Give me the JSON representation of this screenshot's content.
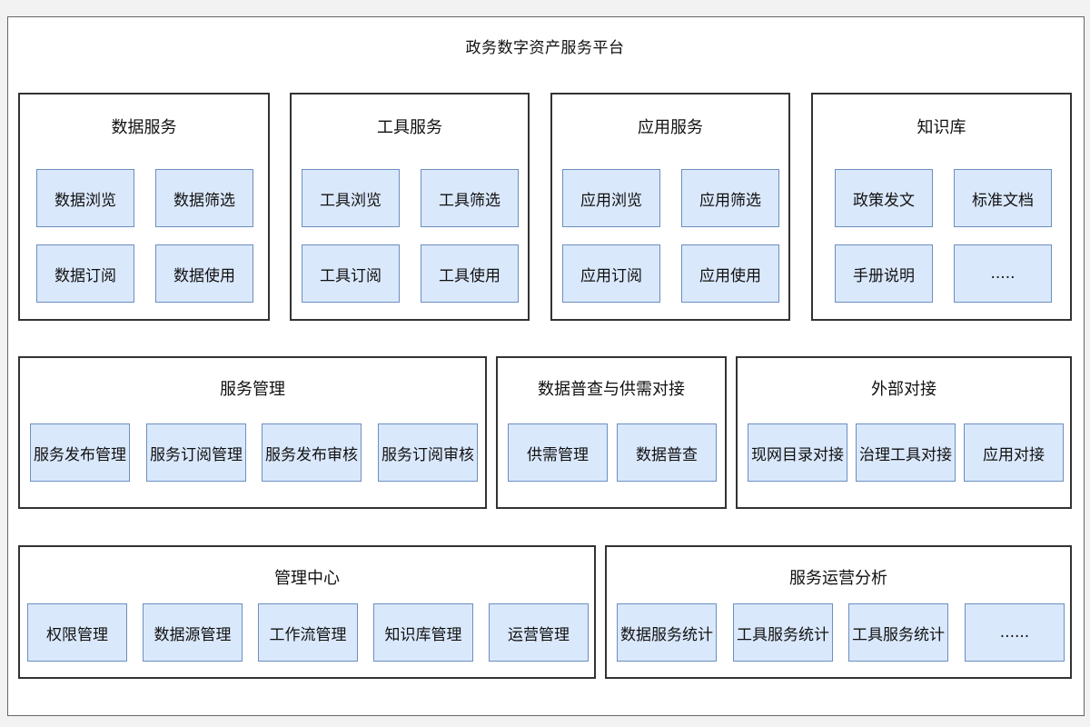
{
  "platform_title": "政务数字资产服务平台",
  "colors": {
    "tile_fill": "#dae8fc",
    "tile_border": "#6c8ebf",
    "group_border": "#333333"
  },
  "groups": [
    {
      "name": "数据服务",
      "items": [
        "数据浏览",
        "数据筛选",
        "数据订阅",
        "数据使用"
      ]
    },
    {
      "name": "工具服务",
      "items": [
        "工具浏览",
        "工具筛选",
        "工具订阅",
        "工具使用"
      ]
    },
    {
      "name": "应用服务",
      "items": [
        "应用浏览",
        "应用筛选",
        "应用订阅",
        "应用使用"
      ]
    },
    {
      "name": "知识库",
      "items": [
        "政策发文",
        "标准文档",
        "手册说明",
        "....."
      ]
    },
    {
      "name": "服务管理",
      "items": [
        "服务发布管理",
        "服务订阅管理",
        "服务发布审核",
        "服务订阅审核"
      ]
    },
    {
      "name": "数据普查与供需对接",
      "items": [
        "供需管理",
        "数据普查"
      ]
    },
    {
      "name": "外部对接",
      "items": [
        "现网目录对接",
        "治理工具对接",
        "应用对接"
      ]
    },
    {
      "name": "管理中心",
      "items": [
        "权限管理",
        "数据源管理",
        "工作流管理",
        "知识库管理",
        "运营管理"
      ]
    },
    {
      "name": "服务运营分析",
      "items": [
        "数据服务统计",
        "工具服务统计",
        "工具服务统计",
        "......"
      ]
    }
  ]
}
